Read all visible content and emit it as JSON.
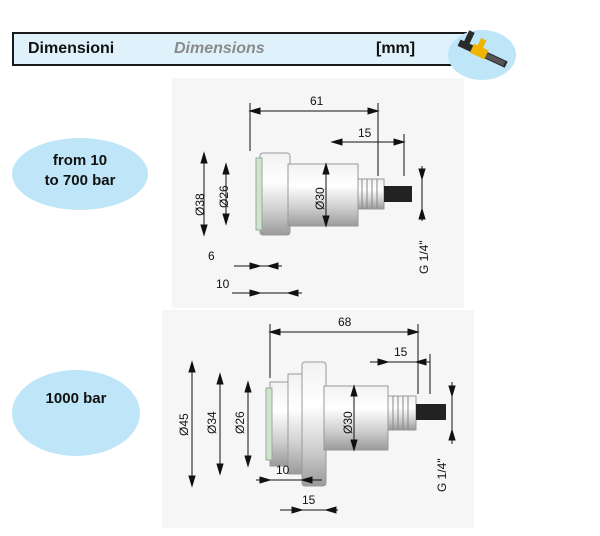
{
  "header": {
    "title_it": "Dimensioni",
    "title_en": "Dimensions",
    "unit": "[mm]"
  },
  "icon": {
    "name": "caliper-icon"
  },
  "variants": [
    {
      "label_line1": "from 10",
      "label_line2": "to 700 bar",
      "dims": {
        "overall_length": "61",
        "thread_length": "15",
        "dia_body_large": "Ø38",
        "dia_face": "Ø26",
        "dia_body": "Ø30",
        "thread": "G 1/4\"",
        "face_depth": "6",
        "flange_offset": "10"
      }
    },
    {
      "label_line1": "1000 bar",
      "dims": {
        "overall_length": "68",
        "thread_length": "15",
        "dia_flange": "Ø45",
        "dia_step": "Ø34",
        "dia_face": "Ø26",
        "dia_body": "Ø30",
        "thread": "G 1/4\"",
        "flange_offset": "10",
        "flange_to_body": "15"
      }
    }
  ]
}
